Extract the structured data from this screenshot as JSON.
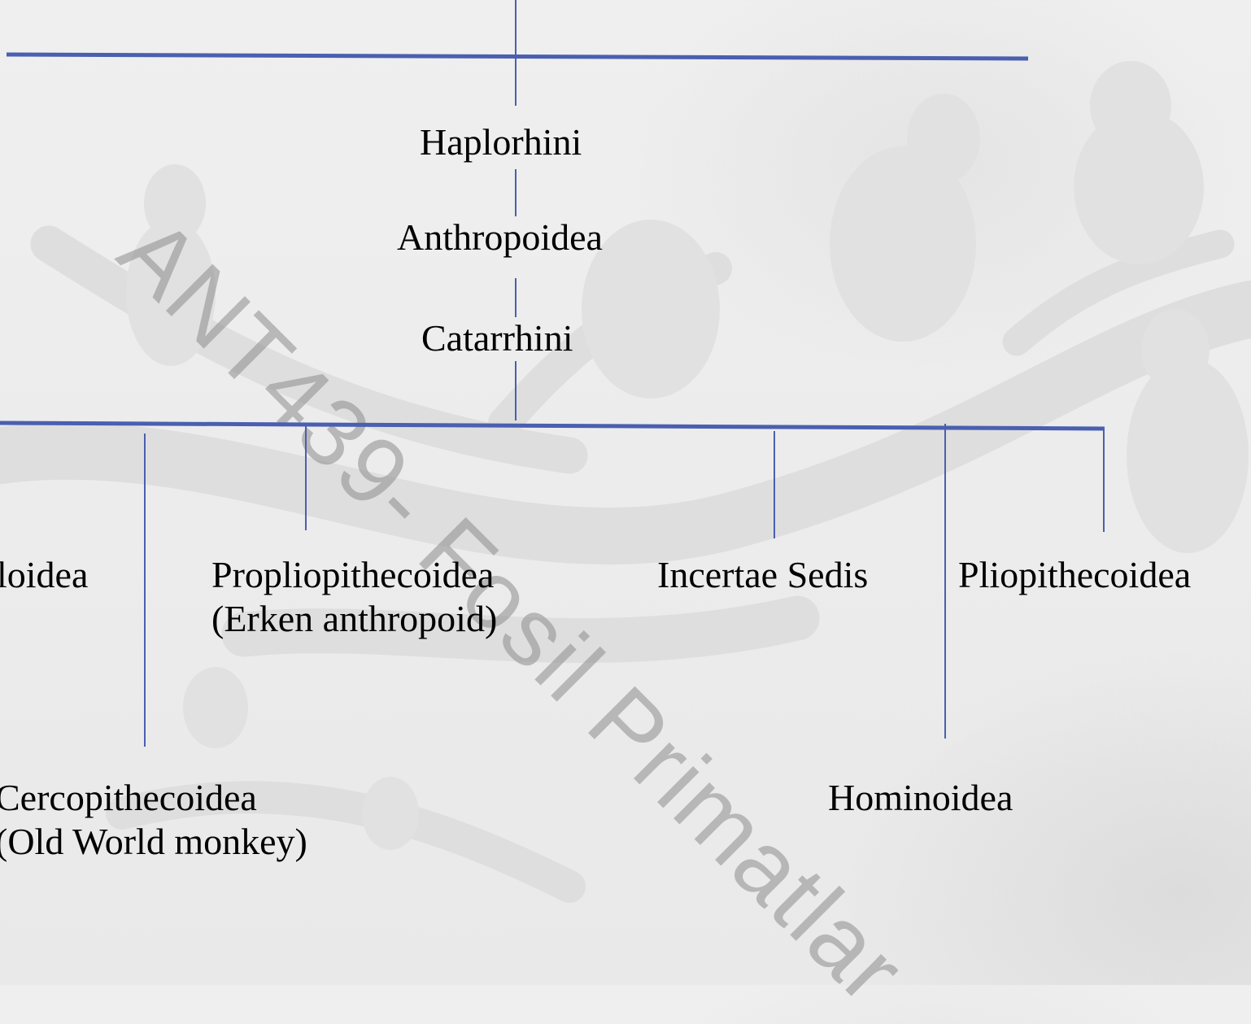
{
  "watermark": "ANT439- Fosil Primatlar",
  "colors": {
    "line": "#4a5fb0",
    "background": "#ececec"
  },
  "nodes": {
    "haplorhini": "Haplorhini",
    "anthropoidea": "Anthropoidea",
    "catarrhini": "Catarrhini",
    "left_clipped": "loidea",
    "propliopithecoidea": {
      "line1": "Propliopithecoidea",
      "line2": "(Erken anthropoid)"
    },
    "incertae_sedis": "Incertae Sedis",
    "pliopithecoidea": "Pliopithecoidea",
    "cercopithecoidea": {
      "line1": "Cercopithecoidea",
      "line2": "(Old World monkey)"
    },
    "hominoidea": "Hominoidea"
  }
}
